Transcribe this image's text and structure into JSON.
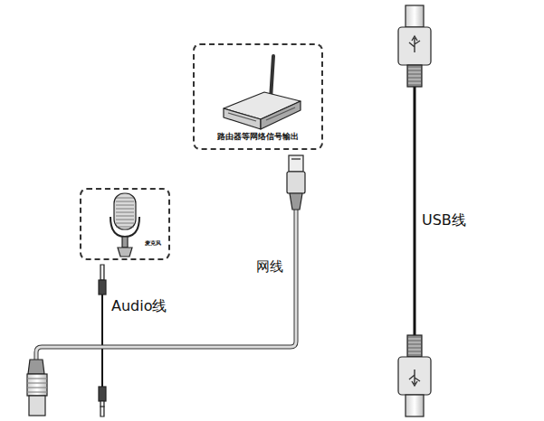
{
  "diagram": {
    "nodes": [
      {
        "text": [
          "路由器等网络信号输出"
        ]
      },
      {
        "text": [
          "麦克风"
        ]
      }
    ],
    "labels": [
      "Audio线",
      "网线",
      "USB线"
    ]
  }
}
